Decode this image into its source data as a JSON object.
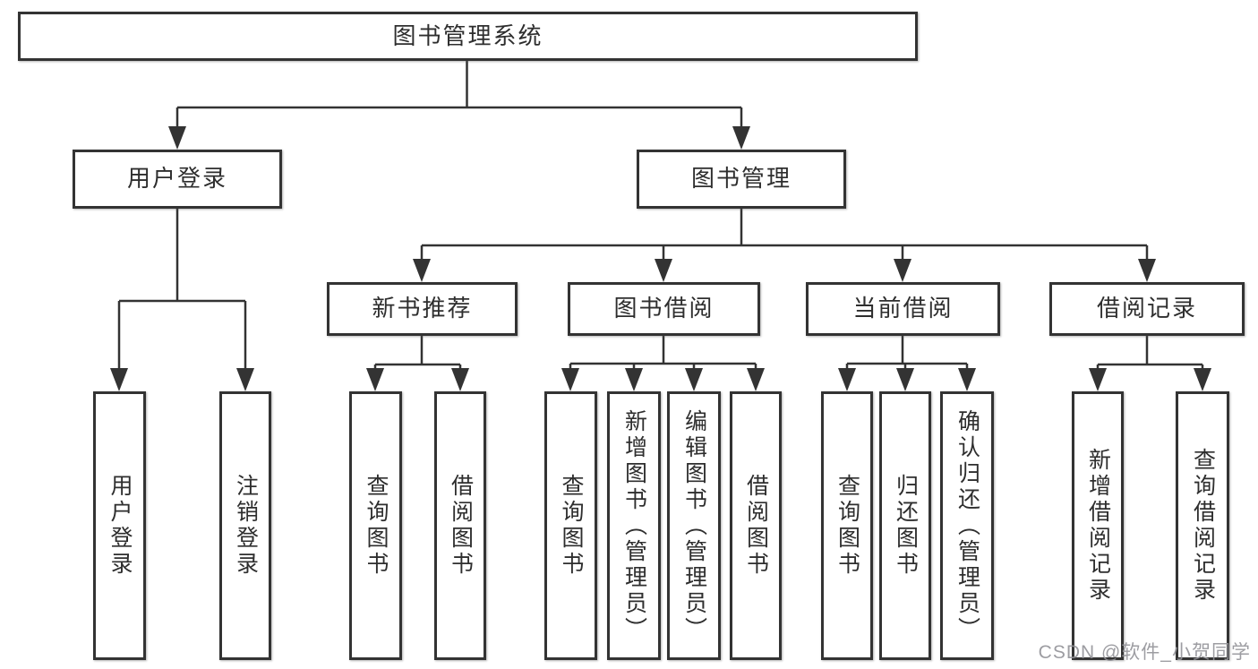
{
  "diagram": {
    "root": {
      "label": "图书管理系统",
      "children": [
        {
          "label": "用户登录",
          "children": [
            {
              "label": "用户登录"
            },
            {
              "label": "注销登录"
            }
          ]
        },
        {
          "label": "图书管理",
          "children": [
            {
              "label": "新书推荐",
              "children": [
                {
                  "label": "查询图书"
                },
                {
                  "label": "借阅图书"
                }
              ]
            },
            {
              "label": "图书借阅",
              "children": [
                {
                  "label": "查询图书"
                },
                {
                  "label": "新增图书（管理员）"
                },
                {
                  "label": "编辑图书（管理员）"
                },
                {
                  "label": "借阅图书"
                }
              ]
            },
            {
              "label": "当前借阅",
              "children": [
                {
                  "label": "查询图书"
                },
                {
                  "label": "归还图书"
                },
                {
                  "label": "确认归还（管理员）"
                }
              ]
            },
            {
              "label": "借阅记录",
              "children": [
                {
                  "label": "新增借阅记录"
                },
                {
                  "label": "查询借阅记录"
                }
              ]
            }
          ]
        }
      ]
    },
    "watermark": "CSDN @软件_小贺同学"
  },
  "colors": {
    "line": "#333333",
    "text": "#2e2e2e",
    "watermark": "#929298",
    "background": "#ffffff"
  }
}
